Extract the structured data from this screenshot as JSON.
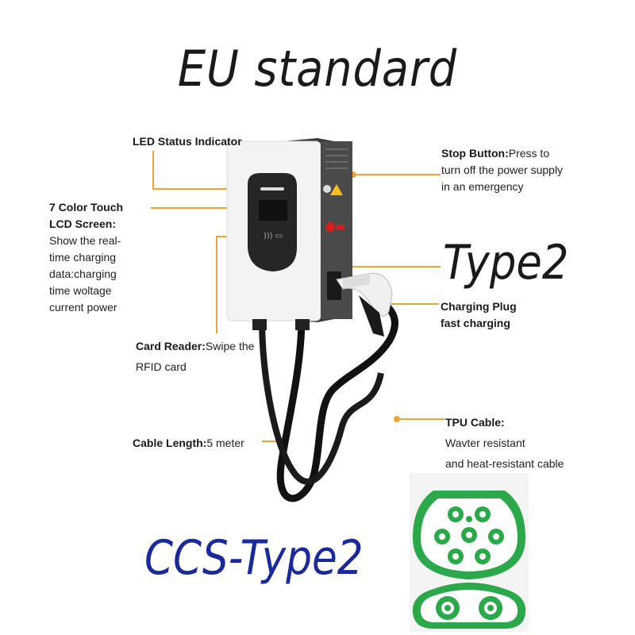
{
  "title": "EU standard",
  "connector_label": "Type2",
  "standard_label": "CCS-Type2",
  "callouts": {
    "led": {
      "heading": "LED Status Indicator"
    },
    "screen": {
      "heading_line1": "7 Color Touch",
      "heading_line2": "LCD Screen:",
      "lines": [
        "Show the real-",
        "time charging",
        "data:charging",
        "time woltage",
        "current power"
      ]
    },
    "card": {
      "heading": "Card Reader:",
      "text_line1": "Swipe the",
      "text_line2": "RFID card"
    },
    "stop": {
      "heading": "Stop Button:",
      "text_line1": "Press to",
      "text_line2": "turn off the power supply",
      "text_line3": "in an emergency"
    },
    "plug": {
      "heading": "Charging Plug",
      "text": "fast charging"
    },
    "cable_len": {
      "heading": "Cable Length:",
      "text": "5 meter"
    },
    "tpu": {
      "heading": "TPU Cable:",
      "text_line1": "Wavter resistant",
      "text_line2": "and heat-resistant cable"
    }
  },
  "colors": {
    "callout_line": "#e8a53a",
    "connector_green": "#2aa84a",
    "ccs_blue": "#1a2a9a",
    "charger_body": "#f2f2f2",
    "panel": "#2b2b2b"
  },
  "icons": [
    "warning-icon",
    "rfid-icon",
    "ccs-type2-connector-icon"
  ]
}
